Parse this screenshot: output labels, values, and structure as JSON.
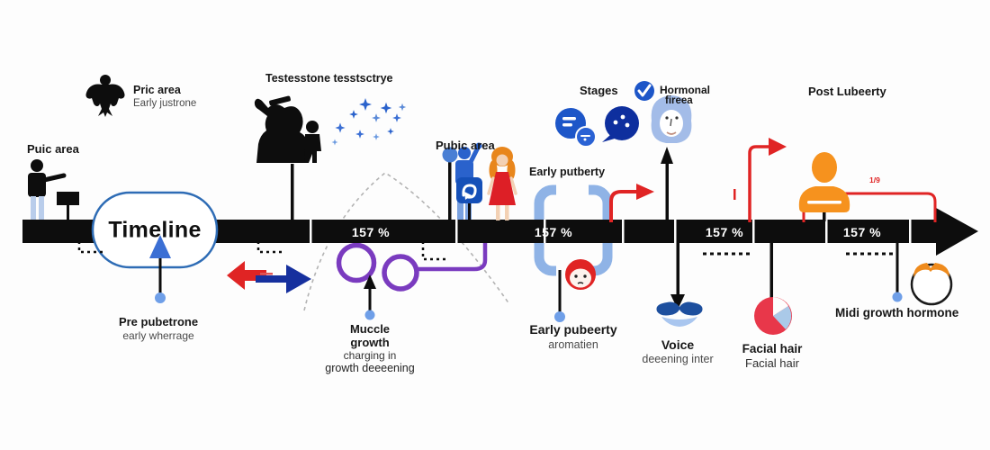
{
  "timeline": {
    "title": "Timeline",
    "segments": [
      "157 %",
      "157 %",
      "157 %",
      "157 %"
    ],
    "bracket_note": "1/9"
  },
  "labels": {
    "puic_area": "Puic area",
    "pric_area_title": "Pric area",
    "pric_area_sub": "Early justrone",
    "testosterone": "Testesstone tesstsctrye",
    "pubic_area": "Pubic area",
    "early_putberty": "Early putberty",
    "stages": "Stages",
    "hormonal_title": "Hormonal",
    "hormonal_sub": "fireea",
    "post_puberty": "Post Lubeerty",
    "pre_puberty_title": "Pre pubetrone",
    "pre_puberty_sub": "early wherrage",
    "muscle_line1": "Muccle",
    "muscle_line2": "growth",
    "muscle_line3": "charging in",
    "muscle_line4": "growth deeeening",
    "early_pubeerty_title": "Early pubeerty",
    "early_pubeerty_sub": "aromatien",
    "voice_title": "Voice",
    "voice_sub": "deeening inter",
    "facial_title": "Facial hair",
    "facial_sub": "Facial hair",
    "midi": "Midi growth hormone"
  },
  "colors": {
    "bar": "#0d0d0d",
    "accent_blue": "#2a62cc",
    "light_blue": "#9db8e8",
    "red": "#e02424",
    "purple": "#7a3bbf",
    "orange": "#f6921e"
  },
  "icons": [
    "muscular-figure-icon",
    "person-at-podium-icon",
    "saluting-figure-icon",
    "sparkles-icon",
    "blue-person-icon",
    "pubic-marker-icon",
    "swap-arrow-badge-icon",
    "woman-red-dress-icon",
    "chat-circle-icon",
    "speech-bubble-icon",
    "check-badge-icon",
    "woman-face-icon",
    "orange-person-icon",
    "red-face-icon",
    "mustache-icon",
    "pie-chart-icon",
    "man-face-icon"
  ]
}
